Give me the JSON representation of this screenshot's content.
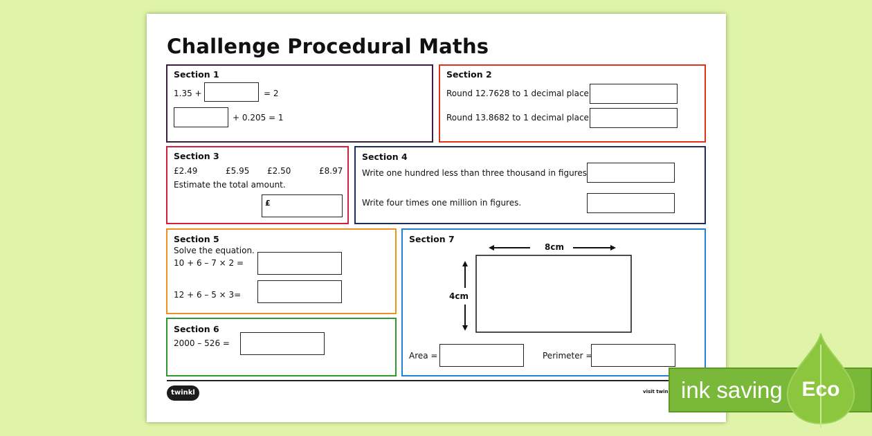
{
  "title": "Challenge Procedural Maths",
  "section1": {
    "title": "Section 1",
    "eq1_left": "1.35 +",
    "eq1_right": "= 2",
    "eq2_right": "+ 0.205 = 1"
  },
  "section2": {
    "title": "Section 2",
    "q1": "Round 12.7628 to 1 decimal place.",
    "q2": "Round 13.8682 to 1 decimal place."
  },
  "section3": {
    "title": "Section 3",
    "prices": [
      "£2.49",
      "£5.95",
      "£2.50",
      "£8.97"
    ],
    "prompt": "Estimate the total amount.",
    "answer_prefix": "£"
  },
  "section4": {
    "title": "Section 4",
    "q1": "Write one hundred less than three thousand in figures.",
    "q2": "Write four times one million in figures."
  },
  "section5": {
    "title": "Section 5",
    "prompt": "Solve the equation.",
    "eq1": "10 + 6 –  7  × 2 =",
    "eq2": "12 + 6 –  5 × 3="
  },
  "section6": {
    "title": "Section 6",
    "eq": "2000 – 526  ="
  },
  "section7": {
    "title": "Section 7",
    "width_label": "8cm",
    "height_label": "4cm",
    "area_label": "Area =",
    "perimeter_label": "Perimeter  ="
  },
  "footer": {
    "logo": "twinkl",
    "visit": "visit twinkl"
  },
  "eco_badge": {
    "text": "ink saving",
    "leaf_text": "Eco"
  },
  "colors": {
    "background": "#dff4a8",
    "section1": "#3a1e3e",
    "section2": "#e0311d",
    "section3": "#d3203a",
    "section4": "#1d2e56",
    "section5": "#f0901e",
    "section6": "#2e9a2e",
    "section7": "#2280d6",
    "eco_green": "#7ab839"
  }
}
